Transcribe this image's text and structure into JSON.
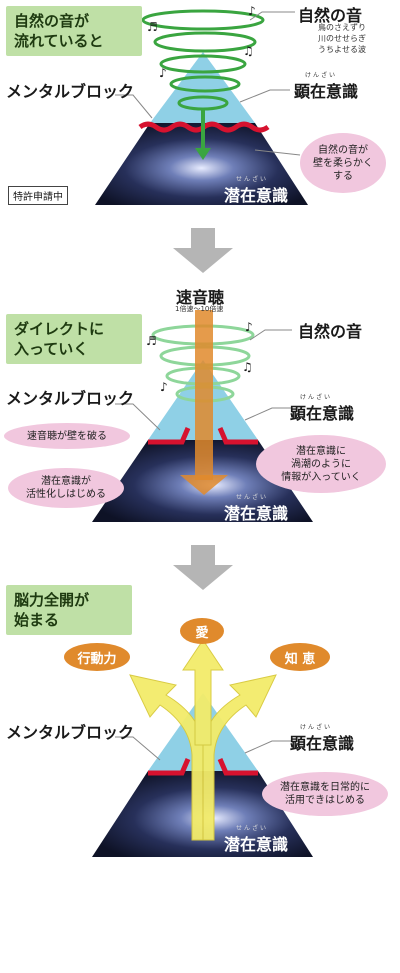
{
  "stage1": {
    "title": "自然の音が\n流れていると",
    "nature_sound": "自然の音",
    "nature_examples": [
      "鳥のさえずり",
      "川のせせらぎ",
      "うちよせる波"
    ],
    "mental_block": "メンタルブロック",
    "conscious_ruby": "けんざい",
    "conscious": "顕在意識",
    "subconscious_ruby": "せんざい",
    "subconscious": "潜在意識",
    "bubble": "自然の音が\n壁を柔らかく\nする",
    "patent": "特許申請中"
  },
  "stage2": {
    "title": "ダイレクトに\n入っていく",
    "speed_title": "速音聴",
    "speed_sub": "1倍速～10倍速",
    "nature_sound": "自然の音",
    "mental_block": "メンタルブロック",
    "conscious_ruby": "けんざい",
    "conscious": "顕在意識",
    "subconscious_ruby": "せんざい",
    "subconscious": "潜在意識",
    "bubble_left1": "速音聴が壁を破る",
    "bubble_left2": "潜在意識が\n活性化しはじめる",
    "bubble_right": "潜在意識に\n渦潮のように\n情報が入っていく"
  },
  "stage3": {
    "title": "脳力全開が\n始まる",
    "love": "愛",
    "action": "行動力",
    "wisdom": "知 恵",
    "mental_block": "メンタルブロック",
    "conscious_ruby": "けんざい",
    "conscious": "顕在意識",
    "subconscious_ruby": "せんざい",
    "subconscious": "潜在意識",
    "bubble": "潜在意識を日常的に\n活用できはじめる"
  },
  "colors": {
    "sky": "#8fd0e6",
    "space": "#1b2240",
    "block": "#d6122f",
    "green": "#3aa540",
    "orange": "#e08a2c",
    "yellow": "#f3ec6a",
    "pink": "#f1c7de",
    "title_bg": "#bfe0a6"
  }
}
